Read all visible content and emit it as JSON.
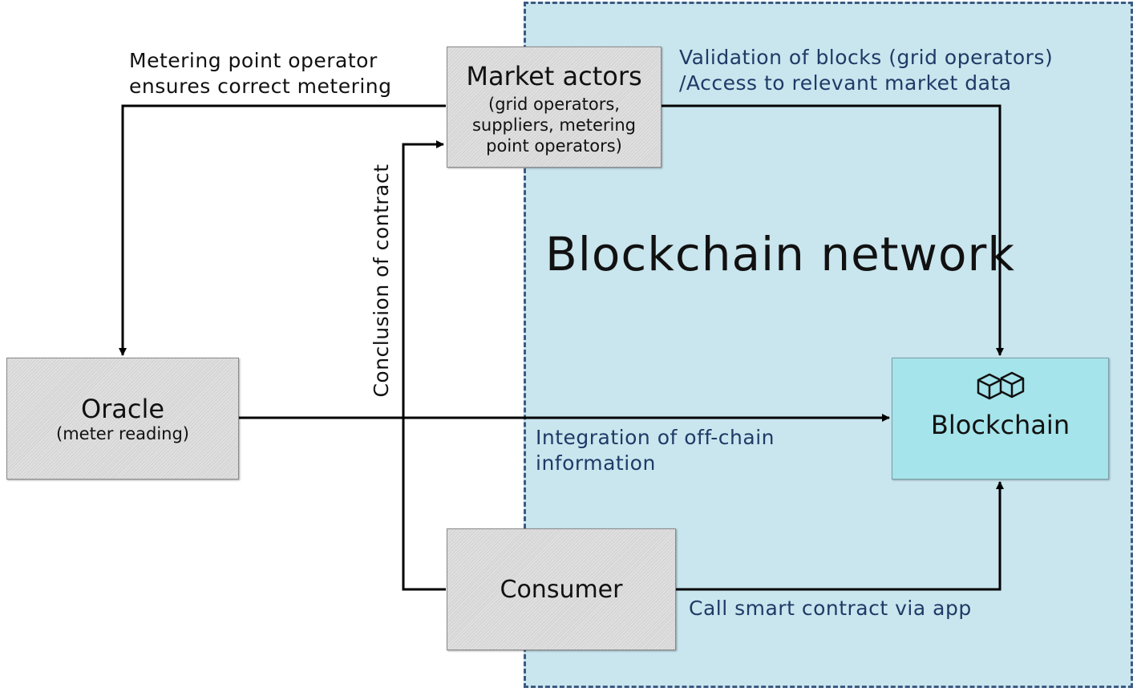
{
  "region": {
    "title": "Blockchain network"
  },
  "nodes": {
    "market": {
      "title": "Market actors",
      "subtitle": [
        "(grid operators,",
        "suppliers, metering",
        "point operators)"
      ]
    },
    "oracle": {
      "title": "Oracle",
      "subtitle": "(meter reading)"
    },
    "consumer": {
      "title": "Consumer"
    },
    "blockchain": {
      "title": "Blockchain",
      "icon": "blockchain-cubes-icon"
    }
  },
  "edges": {
    "metering": [
      "Metering point operator",
      "ensures correct metering"
    ],
    "validation": [
      "Validation of blocks (grid operators)",
      "/Access to relevant market data"
    ],
    "contract": "Conclusion of contract",
    "integration": [
      "Integration of off-chain",
      "information"
    ],
    "smart_contract": "Call smart contract via app"
  },
  "colors": {
    "region_fill": "#c9e5ee",
    "region_border": "#3c5a82",
    "blockchain_fill": "#a5e4ea",
    "node_fill": "#d6d6d6",
    "edge_label_blue": "#1f3a66"
  }
}
